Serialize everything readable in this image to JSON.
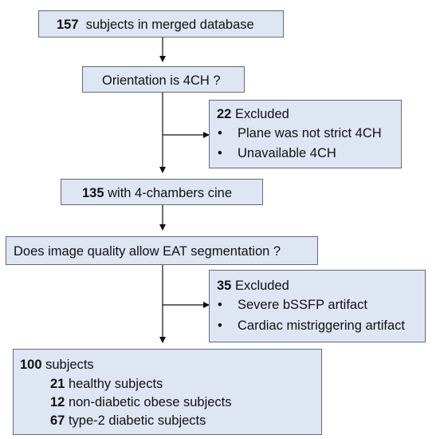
{
  "flowchart": {
    "step1": {
      "count": "157",
      "text": "subjects in merged database"
    },
    "question1": {
      "text": "Orientation is 4CH ?"
    },
    "exclusion1": {
      "count": "22",
      "text": "Excluded",
      "reasons": [
        "Plane was not strict 4CH",
        "Unavailable 4CH"
      ]
    },
    "step2": {
      "count": "135",
      "text": "with 4-chambers cine"
    },
    "question2": {
      "text": "Does image quality allow EAT segmentation ?"
    },
    "exclusion2": {
      "count": "35",
      "text": "Excluded",
      "reasons": [
        "Severe bSSFP artifact",
        "Cardiac mistriggering artifact"
      ]
    },
    "final": {
      "count": "100",
      "text": "subjects",
      "groups": [
        {
          "count": "21",
          "text": "healthy subjects"
        },
        {
          "count": "12",
          "text": "non-diabetic obese subjects"
        },
        {
          "count": "67",
          "text": "type-2 diabetic subjects"
        }
      ]
    },
    "bullet_glyph": "•"
  }
}
